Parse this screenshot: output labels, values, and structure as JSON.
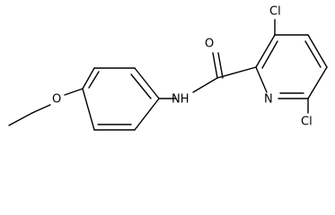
{
  "molecule": {
    "atoms": [
      {
        "id": "O_carbonyl",
        "label": "O"
      },
      {
        "id": "Cl_3",
        "label": "Cl"
      },
      {
        "id": "Cl_6",
        "label": "Cl"
      },
      {
        "id": "N_pyridine",
        "label": "N"
      },
      {
        "id": "NH_amide",
        "label": "NH"
      },
      {
        "id": "O_ether",
        "label": "O"
      }
    ]
  }
}
